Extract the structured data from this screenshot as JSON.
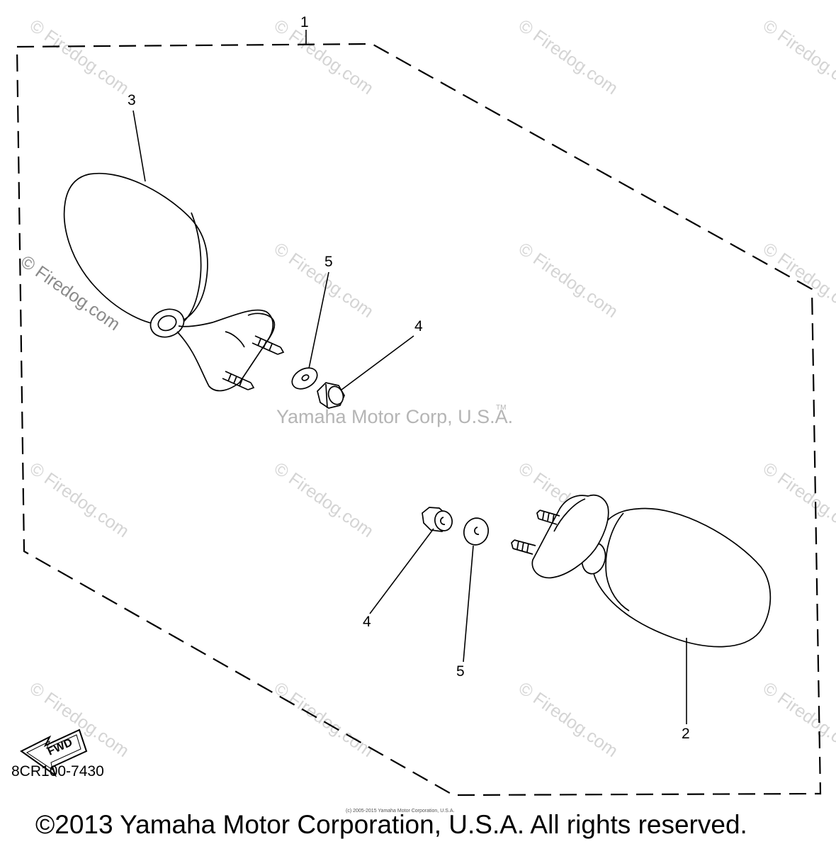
{
  "callouts": {
    "c1": "1",
    "c2": "2",
    "c3": "3",
    "c4a": "4",
    "c4b": "4",
    "c5a": "5",
    "c5b": "5"
  },
  "fwd_arrow": {
    "label": "FWD"
  },
  "watermark": {
    "text": "© Firedog.com"
  },
  "brand_mark": {
    "text": "Yamaha Motor Corp, U.S.A.",
    "tm": "TM"
  },
  "part_code": "8CR100-7430",
  "fine_print": "(c) 2005-2015 Yamaha Motor Corporation, U.S.A.",
  "copyright": "©2013 Yamaha Motor Corporation, U.S.A. All rights reserved."
}
